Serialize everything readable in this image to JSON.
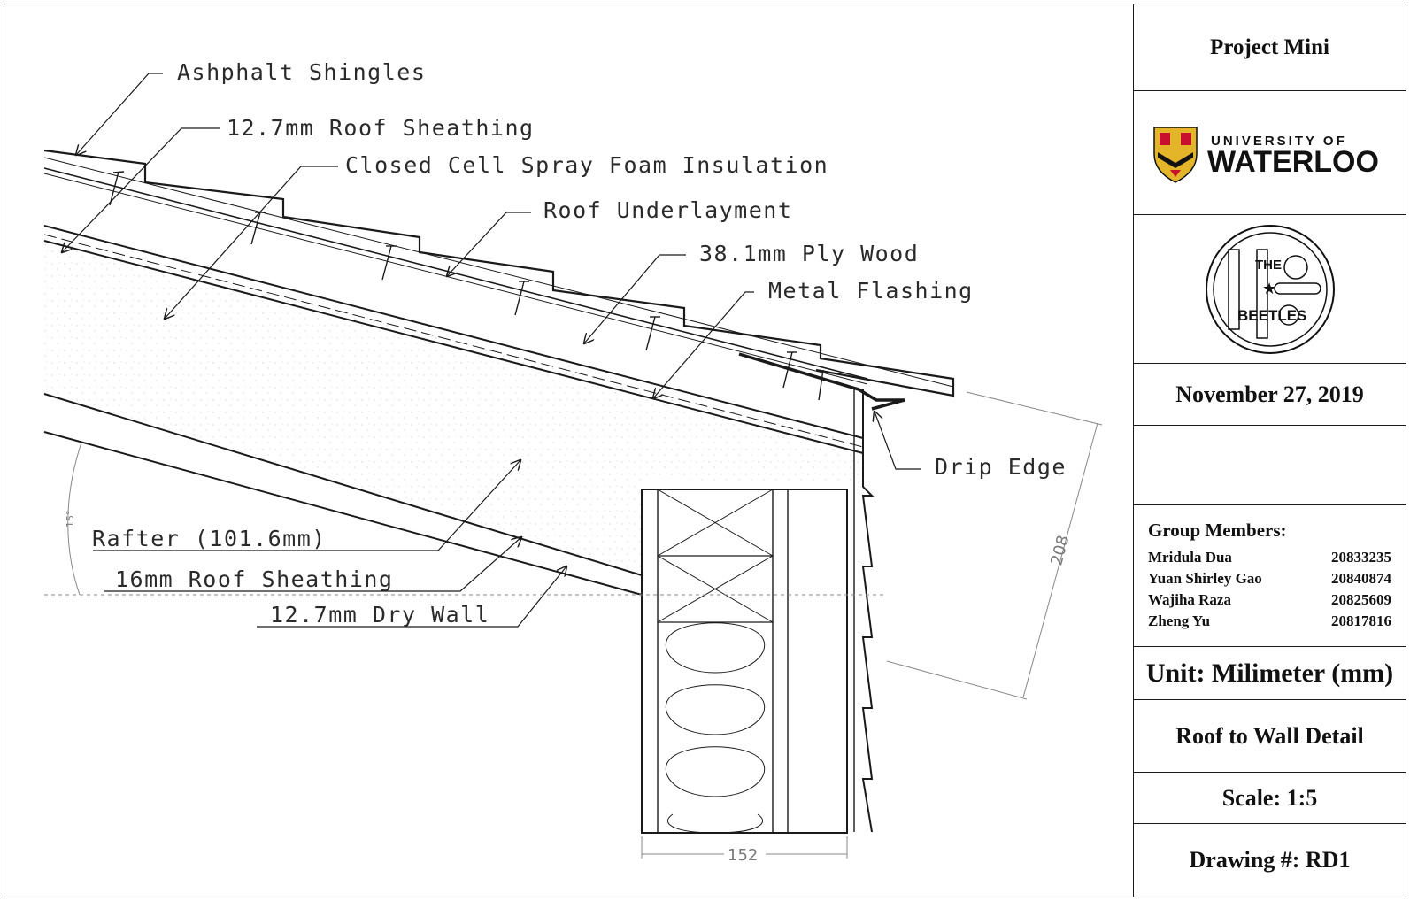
{
  "labels": {
    "ashphalt": "Ashphalt Shingles",
    "roof_sheathing_top": "12.7mm Roof Sheathing",
    "spray_foam": "Closed Cell Spray Foam Insulation",
    "underlayment": "Roof Underlayment",
    "plywood": "38.1mm Ply Wood",
    "flashing": "Metal Flashing",
    "drip_edge": "Drip Edge",
    "rafter": "Rafter (101.6mm)",
    "roof_sheathing_bottom": "16mm Roof Sheathing",
    "dry_wall": "12.7mm Dry Wall"
  },
  "dimensions": {
    "slope": "208",
    "wall_width": "152",
    "angle": "15°"
  },
  "title_block": {
    "project": "Project Mini",
    "university_line1": "UNIVERSITY OF",
    "university_line2": "WATERLOO",
    "band_logo_the": "THE",
    "band_logo_beetles": "BEETLES",
    "date": "November 27, 2019",
    "members_heading": "Group Members:",
    "members": [
      {
        "name": "Mridula Dua",
        "id": "20833235"
      },
      {
        "name": "Yuan Shirley Gao",
        "id": "20840874"
      },
      {
        "name": "Wajiha Raza",
        "id": "20825609"
      },
      {
        "name": "Zheng Yu",
        "id": "20817816"
      }
    ],
    "unit": "Unit: Milimeter (mm)",
    "detail": "Roof to Wall Detail",
    "scale": "Scale: 1:5",
    "drawing_no": "Drawing #: RD1"
  },
  "colors": {
    "line": "#1a1a1a",
    "dim_line": "#888888",
    "waterloo_gold": "#e4b429",
    "waterloo_red": "#c8102e"
  }
}
